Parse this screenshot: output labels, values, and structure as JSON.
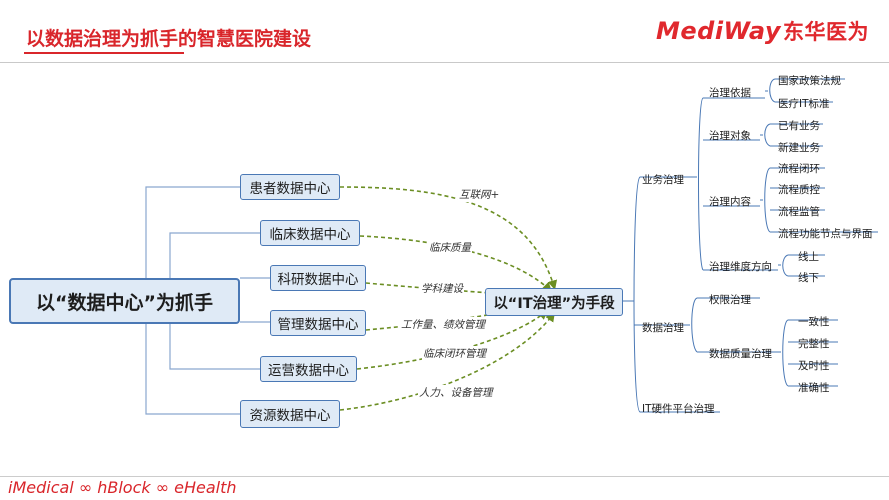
{
  "header": {
    "title": "以数据治理为抓手的智慧医院建设",
    "logo_text": "MediWay",
    "logo_cn": "东华医为"
  },
  "footer": {
    "text": "iMedical ∞ hBlock ∞ eHealth"
  },
  "colors": {
    "accent_red": "#d9262b",
    "node_fill": "#dfeaf6",
    "node_border": "#4a78b5",
    "edge_line": "#6b8bb8",
    "arrow_green": "#6b8e23",
    "tree_line": "#4a78b5"
  },
  "left_tree": {
    "root": "以“数据中心”为抓手",
    "centers": [
      "患者数据中心",
      "临床数据中心",
      "科研数据中心",
      "管理数据中心",
      "运营数据中心",
      "资源数据中心"
    ]
  },
  "target": {
    "label": "以“IT治理”为手段"
  },
  "edge_labels": [
    "互联网+",
    "临床质量",
    "学科建设",
    "工作量、绩效管理",
    "临床闭环管理",
    "人力、设备管理"
  ],
  "right_tree": {
    "level1": [
      "业务治理",
      "数据治理",
      "IT硬件平台治理"
    ],
    "business": {
      "level2": [
        "治理依据",
        "治理对象",
        "治理内容",
        "治理维度方向"
      ],
      "basis": [
        "国家政策法规",
        "医疗IT标准"
      ],
      "objects": [
        "已有业务",
        "新建业务"
      ],
      "content": [
        "流程闭环",
        "流程质控",
        "流程监管",
        "流程功能节点与界面"
      ],
      "dimension": [
        "线上",
        "线下"
      ]
    },
    "data": {
      "level2": [
        "权限治理",
        "数据质量治理"
      ],
      "quality": [
        "一致性",
        "完整性",
        "及时性",
        "准确性"
      ]
    }
  }
}
